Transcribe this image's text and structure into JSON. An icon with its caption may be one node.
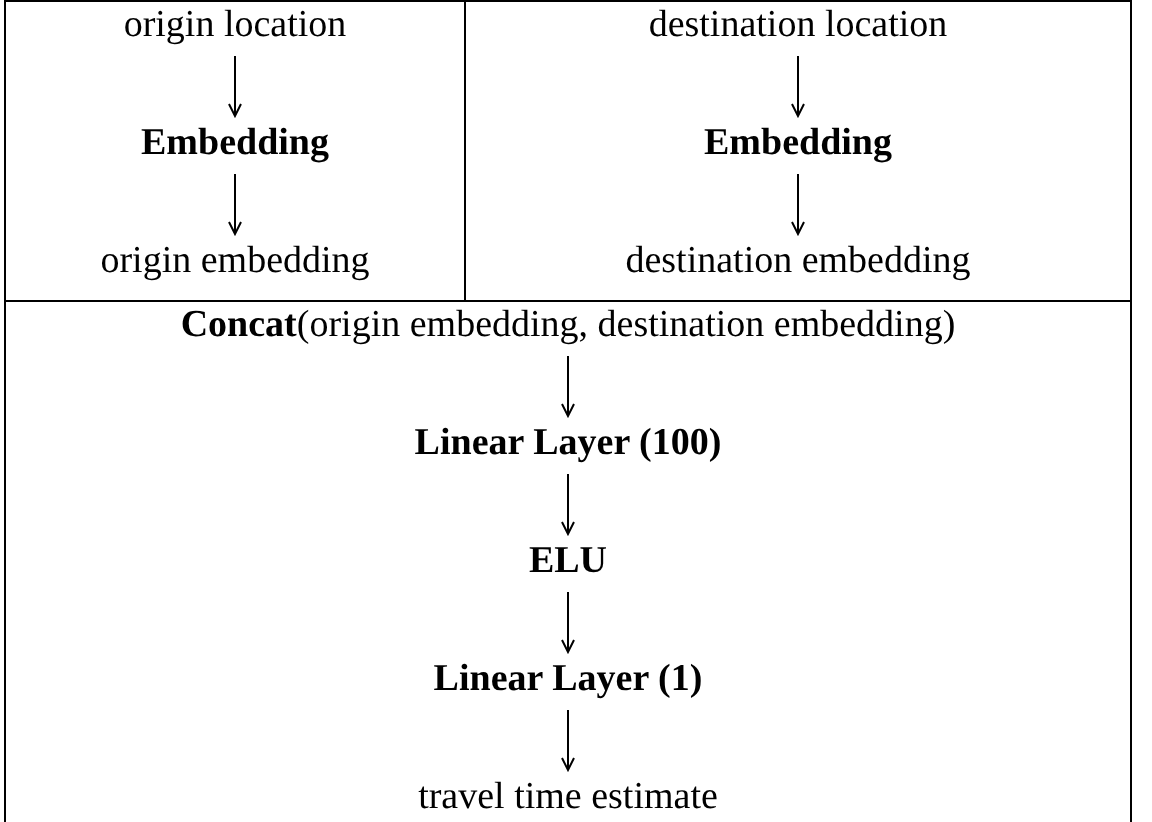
{
  "diagram": {
    "nodes": [
      {
        "text": [],
        "shape": "box"
      },
      {
        "text": [
          "origin location"
        ],
        "in": 0
      },
      {
        "text": [
          "Embedding"
        ],
        "in": 0
      },
      {
        "text": [
          "origin embedding"
        ],
        "in": 0
      },
      {
        "text": [],
        "shape": "box"
      },
      {
        "text": [
          "destination location"
        ],
        "in": 4
      },
      {
        "text": [
          "Embedding"
        ],
        "in": 4
      },
      {
        "text": [
          "destination embedding"
        ],
        "in": 4
      },
      {
        "text": [],
        "shape": "box"
      },
      {
        "text": [
          "**Concat**(origin embedding, destination embedding)"
        ],
        "in": 8
      },
      {
        "text": [
          "Linear Layer (100)"
        ],
        "in": 8
      },
      {
        "text": [
          "ELU"
        ],
        "in": 8
      },
      {
        "text": [
          "Linear Layer (1)"
        ],
        "in": 8
      },
      {
        "text": [
          "travel time estimate"
        ],
        "in": 8
      }
    ],
    "edges": [
      {
        "from": 1,
        "to": 2,
        "arrow": "to"
      },
      {
        "from": 2,
        "to": 3,
        "arrow": "to"
      },
      {
        "from": 5,
        "to": 6,
        "arrow": "to"
      },
      {
        "from": 6,
        "to": 7,
        "arrow": "to"
      },
      {
        "from": 9,
        "to": 10,
        "arrow": "to"
      },
      {
        "from": 10,
        "to": 11,
        "arrow": "to"
      },
      {
        "from": 11,
        "to": 12,
        "arrow": "to"
      },
      {
        "from": 12,
        "to": 13,
        "arrow": "to"
      }
    ]
  }
}
